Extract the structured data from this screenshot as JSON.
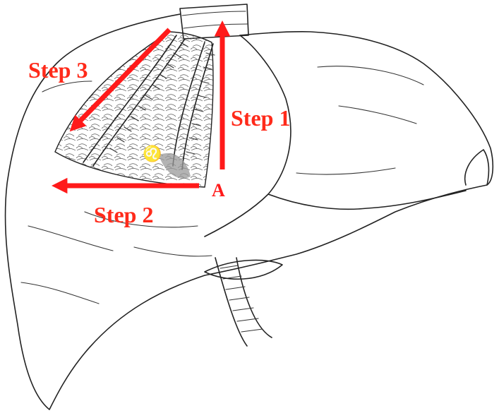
{
  "labels": {
    "step1": "Step 1",
    "step2": "Step 2",
    "step3": "Step 3",
    "point_a": "A"
  },
  "colors": {
    "arrow": "#ff1a1a",
    "label": "#ff2a1a",
    "point_a": "#ff1a1a",
    "line": "#222222"
  }
}
